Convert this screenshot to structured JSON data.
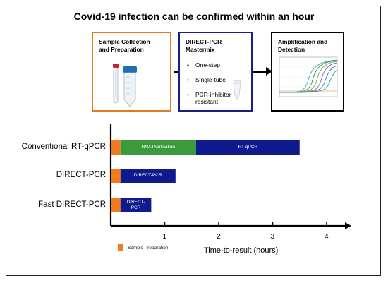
{
  "title": "Covid-19 infection can be confirmed within an hour",
  "workflow": {
    "sample_box": {
      "title_line1": "Sample Collection",
      "title_line2": "and Preparation",
      "border_color": "#e07b1f"
    },
    "mastermix_box": {
      "title_line1": "DIRECT-PCR",
      "title_line2": "Mastermix",
      "border_color": "#1a1f86",
      "bullets": [
        "One-step",
        "Single-tube",
        "PCR-inhibitor",
        "resistant"
      ],
      "bullet_symbol": "•"
    },
    "detection_box": {
      "title_line1": "Amplification and",
      "title_line2": "Detection",
      "border_color": "#000000"
    }
  },
  "chart_data": {
    "type": "bar",
    "orientation": "horizontal",
    "stacked": true,
    "categories": [
      "Conventional RT-qPCR",
      "DIRECT-PCR",
      "Fast DIRECT-PCR"
    ],
    "segments": [
      [
        {
          "label": "",
          "start": 0.0,
          "end": 0.18,
          "color": "#f07c21"
        },
        {
          "label": "RNA Purification",
          "start": 0.18,
          "end": 1.58,
          "color": "#3a9a3c"
        },
        {
          "label": "RT-qPCR",
          "start": 1.58,
          "end": 3.5,
          "color": "#0f1b8c"
        }
      ],
      [
        {
          "label": "",
          "start": 0.0,
          "end": 0.18,
          "color": "#f07c21"
        },
        {
          "label": "DIRECT-PCR",
          "start": 0.18,
          "end": 1.2,
          "color": "#0f1b8c"
        }
      ],
      [
        {
          "label": "",
          "start": 0.0,
          "end": 0.18,
          "color": "#f07c21"
        },
        {
          "label": "DIRECT-\nPCR",
          "start": 0.18,
          "end": 0.75,
          "color": "#0f1b8c"
        }
      ]
    ],
    "xlabel": "Time-to-result (hours)",
    "x_ticks": [
      "1",
      "2",
      "3",
      "4"
    ],
    "xlim": [
      0,
      4.5
    ],
    "legend": [
      {
        "label": "Sample Preparation",
        "color": "#f07c21"
      }
    ],
    "legend_position": "bottom-left"
  }
}
